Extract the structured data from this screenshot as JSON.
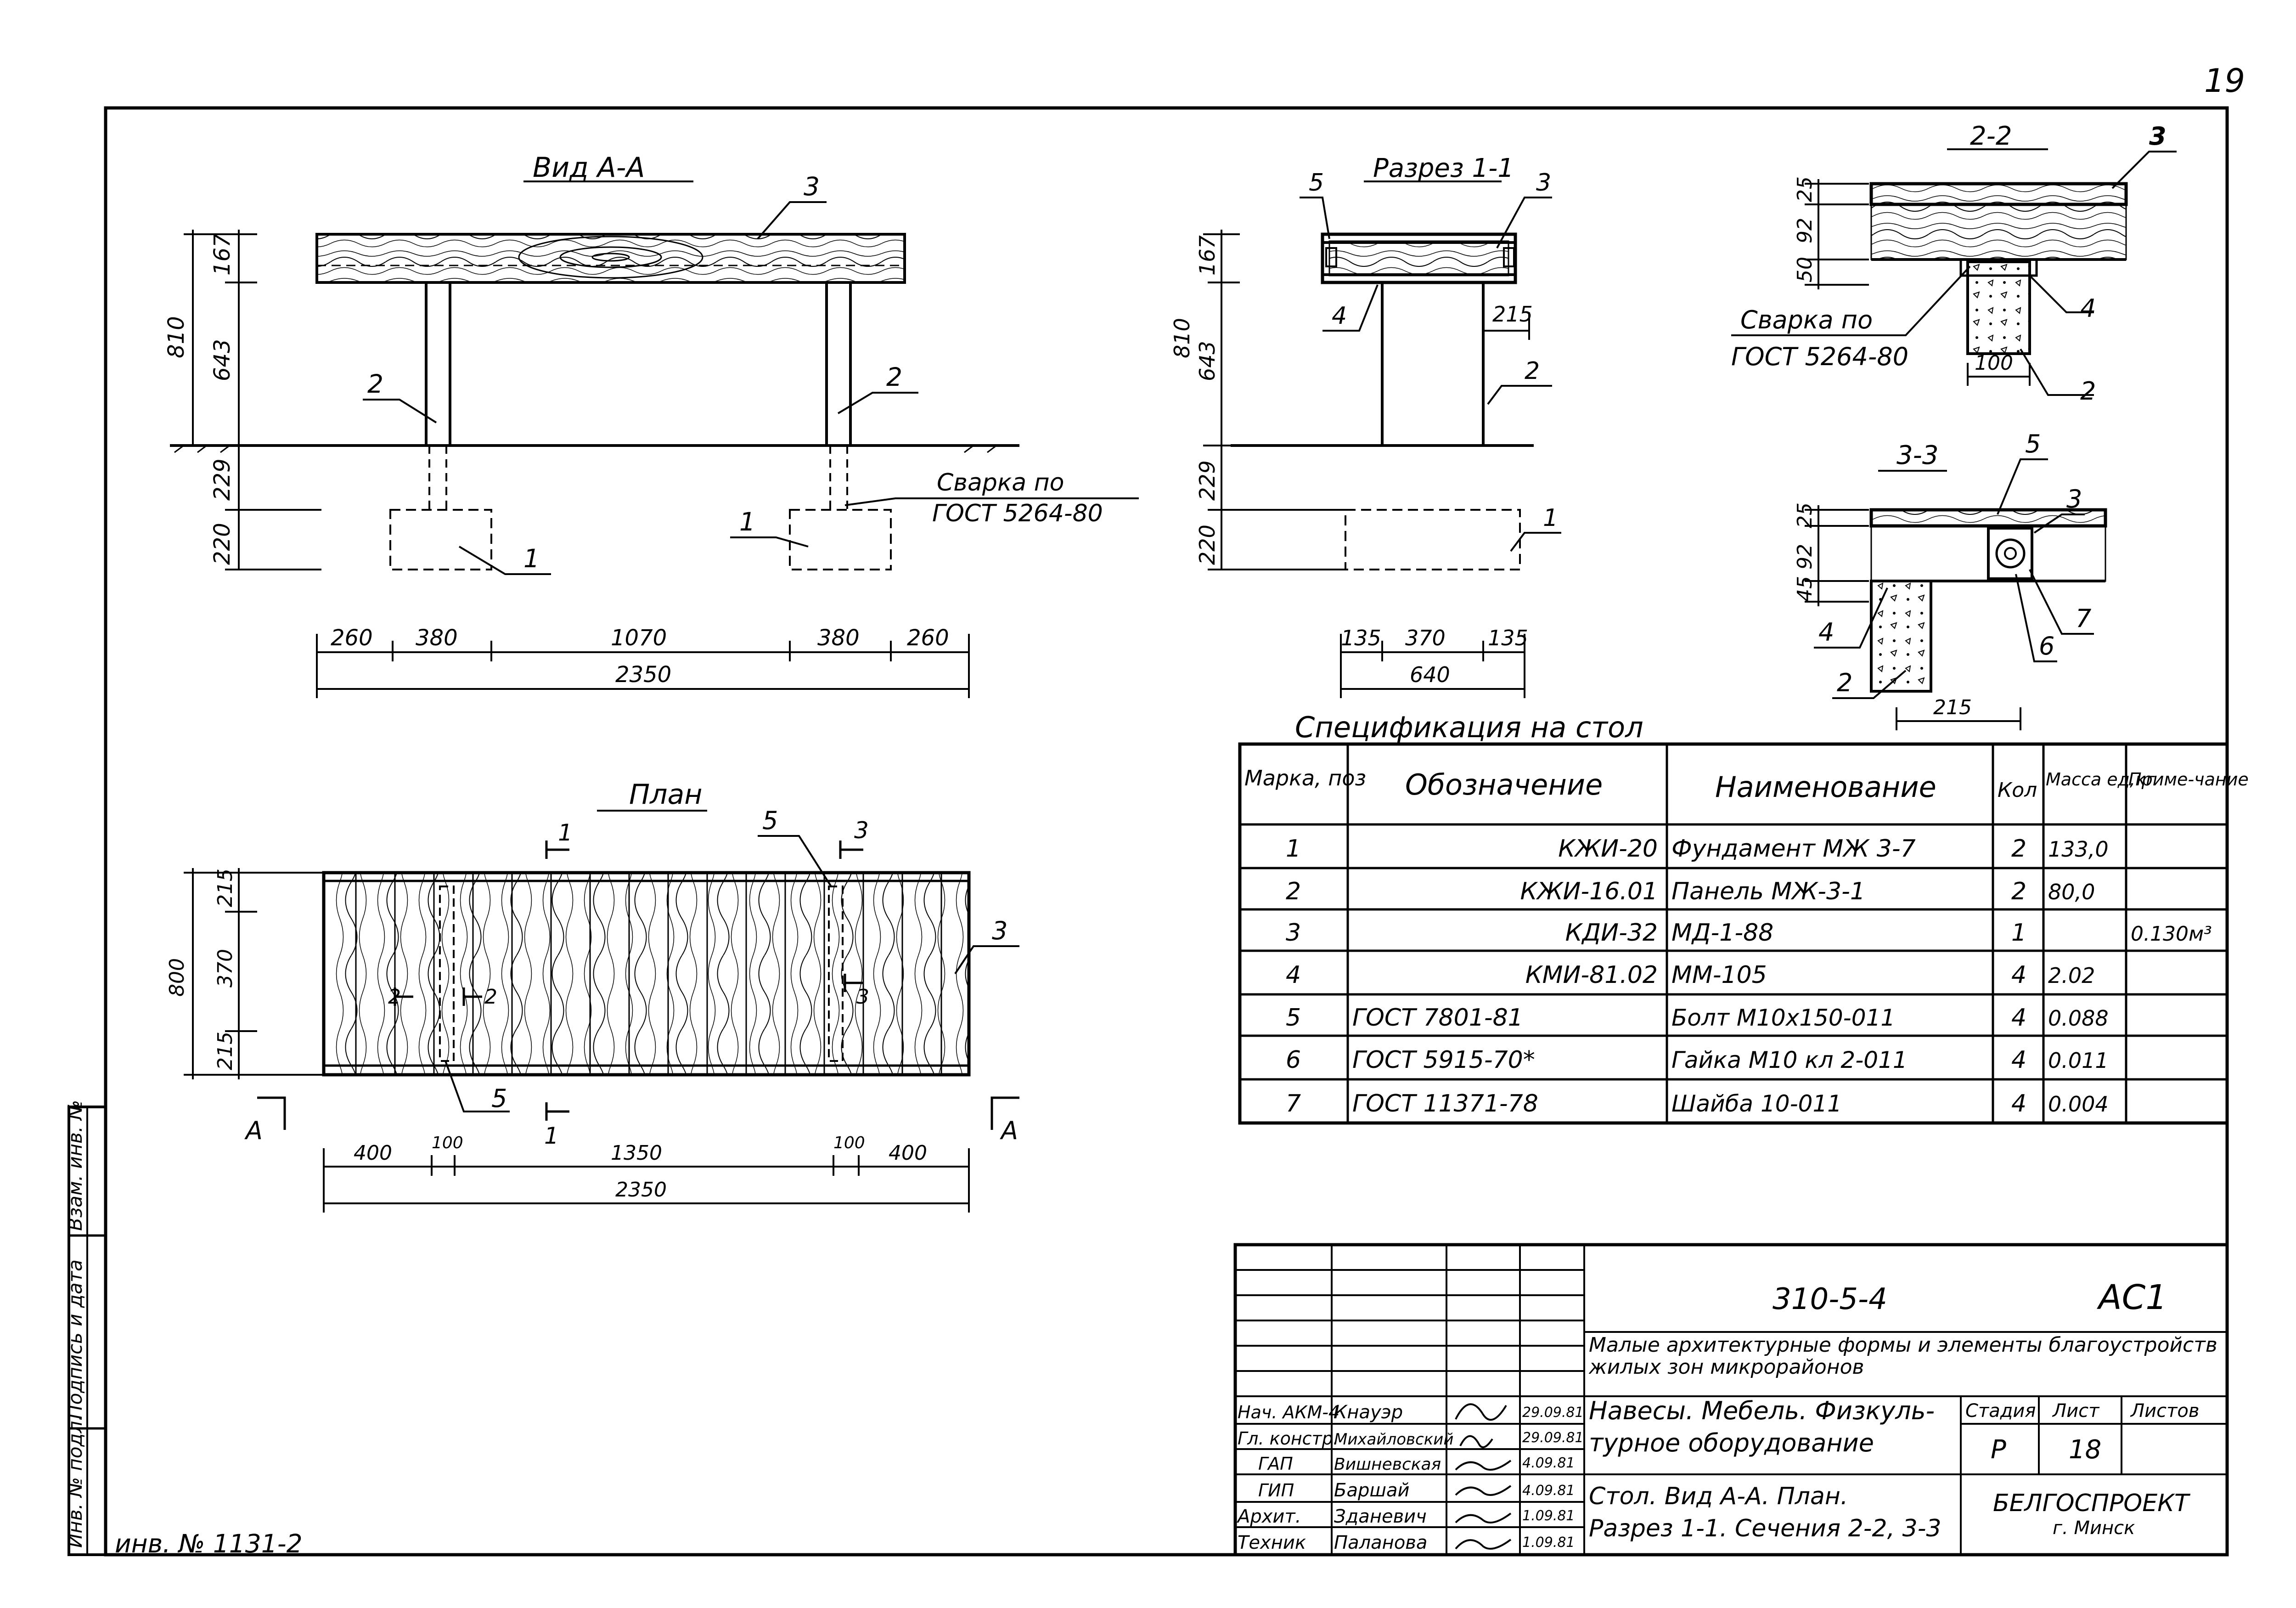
{
  "sheet_number": "19",
  "inventory_number": "инв. № 1131-2",
  "side_stamps": [
    "Инв. № подл.",
    "Подпись и дата",
    "Взам. инв. №"
  ],
  "views": {
    "view_aa": {
      "title": "Вид А-А",
      "leaders": [
        "3",
        "2",
        "2",
        "1",
        "1"
      ],
      "weld_note": [
        "Сварка по",
        "ГОСТ 5264-80"
      ],
      "vert_dims": [
        "167",
        "643",
        "810",
        "229",
        "220"
      ],
      "horiz_dims": [
        "260",
        "380",
        "1070",
        "380",
        "260"
      ],
      "total": "2350"
    },
    "section_11": {
      "title": "Разрез 1-1",
      "leaders": [
        "5",
        "3",
        "4",
        "2",
        "1"
      ],
      "vert_dims": [
        "167",
        "643",
        "810",
        "229",
        "220"
      ],
      "inner_dim": "215",
      "horiz_dims": [
        "135",
        "370",
        "135"
      ],
      "total": "640"
    },
    "section_22": {
      "title": "2-2",
      "leaders": [
        "3",
        "4",
        "2"
      ],
      "weld_note": [
        "Сварка по",
        "ГОСТ 5264-80"
      ],
      "vert_dims": [
        "25",
        "92",
        "50"
      ],
      "horiz_dim": "100"
    },
    "section_33": {
      "title": "3-3",
      "leaders": [
        "5",
        "3",
        "7",
        "6",
        "4",
        "2"
      ],
      "vert_dims": [
        "25",
        "92",
        "45"
      ],
      "horiz_dim": "215"
    },
    "plan": {
      "title": "План",
      "leaders": [
        "5",
        "3",
        "5"
      ],
      "cut_marks": [
        "1",
        "3",
        "1",
        "2",
        "2",
        "3"
      ],
      "view_marks": [
        "А",
        "А"
      ],
      "vert_dims": [
        "215",
        "370",
        "215",
        "800"
      ],
      "horiz_dims": [
        "400",
        "100",
        "1350",
        "100",
        "400"
      ],
      "total": "2350"
    }
  },
  "spec": {
    "title": "Спецификация на стол",
    "headers": [
      "Марка, поз",
      "Обозначение",
      "Наименование",
      "Кол",
      "Масса ед,кг",
      "Приме-чание"
    ],
    "rows": [
      [
        "1",
        "КЖИ-20",
        "Фундамент МЖ 3-7",
        "2",
        "133,0",
        ""
      ],
      [
        "2",
        "КЖИ-16.01",
        "Панель МЖ-3-1",
        "2",
        "80,0",
        ""
      ],
      [
        "3",
        "КДИ-32",
        "МД-1-88",
        "1",
        "",
        "0.130м³"
      ],
      [
        "4",
        "КМИ-81.02",
        "ММ-105",
        "4",
        "2.02",
        ""
      ],
      [
        "5",
        "ГОСТ 7801-81",
        "Болт М10х150-011",
        "4",
        "0.088",
        ""
      ],
      [
        "6",
        "ГОСТ 5915-70*",
        "Гайка М10 кл 2-011",
        "4",
        "0.011",
        ""
      ],
      [
        "7",
        "ГОСТ 11371-78",
        "Шайба 10-011",
        "4",
        "0.004",
        ""
      ]
    ]
  },
  "title_block": {
    "code": "310-5-4",
    "mark": "АС1",
    "project": "Малые архитектурные формы и элементы благоустройств жилых зон микрорайонов",
    "section_lines": [
      "Навесы. Мебель. Физкуль-",
      "турное оборудование"
    ],
    "sheet_title_lines": [
      "Стол. Вид А-А. План.",
      "Разрез 1-1. Сечения 2-2, 3-3"
    ],
    "stage_label": "Стадия",
    "sheet_label": "Лист",
    "sheets_label": "Листов",
    "stage": "Р",
    "sheet": "18",
    "org": "БЕЛГОСПРОЕКТ",
    "city": "г. Минск",
    "signers": [
      {
        "role": "Нач. АКМ-4",
        "name": "Кнауэр",
        "date": "29.09.81"
      },
      {
        "role": "Гл. констр.",
        "name": "Михайловский",
        "date": "29.09.81"
      },
      {
        "role": "ГАП",
        "name": "Вишневская",
        "date": "4.09.81"
      },
      {
        "role": "ГИП",
        "name": "Баршай",
        "date": "4.09.81"
      },
      {
        "role": "Архит.",
        "name": "Зданевич",
        "date": "1.09.81"
      },
      {
        "role": "Техник",
        "name": "Паланова",
        "date": "1.09.81"
      }
    ]
  }
}
